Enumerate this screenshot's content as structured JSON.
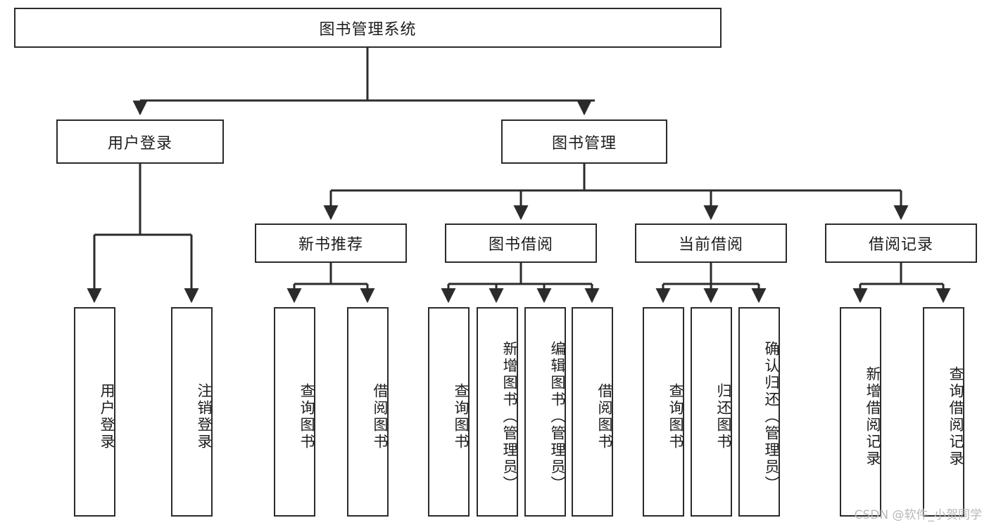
{
  "diagram": {
    "type": "tree",
    "title": "图书管理系统",
    "stroke_color": "#2b2b2b",
    "fill_color": "#ffffff",
    "text_color": "#1d1d1d",
    "root": {
      "id": "root",
      "label": "图书管理系统"
    },
    "level2": [
      {
        "id": "user-login",
        "label": "用户登录"
      },
      {
        "id": "book-manage",
        "label": "图书管理"
      }
    ],
    "level3": [
      {
        "id": "new-book-rec",
        "label": "新书推荐",
        "parent": "book-manage"
      },
      {
        "id": "book-borrow",
        "label": "图书借阅",
        "parent": "book-manage"
      },
      {
        "id": "current-borrow",
        "label": "当前借阅",
        "parent": "book-manage"
      },
      {
        "id": "borrow-record",
        "label": "借阅记录",
        "parent": "book-manage"
      }
    ],
    "leaves": [
      {
        "id": "leaf-user-login",
        "label": "用户登录",
        "parent": "user-login"
      },
      {
        "id": "leaf-user-logout",
        "label": "注销登录",
        "parent": "user-login"
      },
      {
        "id": "leaf-query-book-1",
        "label": "查询图书",
        "parent": "new-book-rec"
      },
      {
        "id": "leaf-borrow-book-1",
        "label": "借阅图书",
        "parent": "new-book-rec"
      },
      {
        "id": "leaf-query-book-2",
        "label": "查询图书",
        "parent": "book-borrow"
      },
      {
        "id": "leaf-add-book",
        "label": "新增图书（管理员）",
        "parent": "book-borrow"
      },
      {
        "id": "leaf-edit-book",
        "label": "编辑图书（管理员）",
        "parent": "book-borrow"
      },
      {
        "id": "leaf-borrow-book-2",
        "label": "借阅图书",
        "parent": "book-borrow"
      },
      {
        "id": "leaf-query-book-3",
        "label": "查询图书",
        "parent": "current-borrow"
      },
      {
        "id": "leaf-return-book",
        "label": "归还图书",
        "parent": "current-borrow"
      },
      {
        "id": "leaf-confirm-return",
        "label": "确认归还（管理员）",
        "parent": "current-borrow"
      },
      {
        "id": "leaf-add-record",
        "label": "新增借阅记录",
        "parent": "borrow-record"
      },
      {
        "id": "leaf-query-record",
        "label": "查询借阅记录",
        "parent": "borrow-record"
      }
    ]
  },
  "watermark": {
    "text": "CSDN @软件_小贺同学"
  }
}
